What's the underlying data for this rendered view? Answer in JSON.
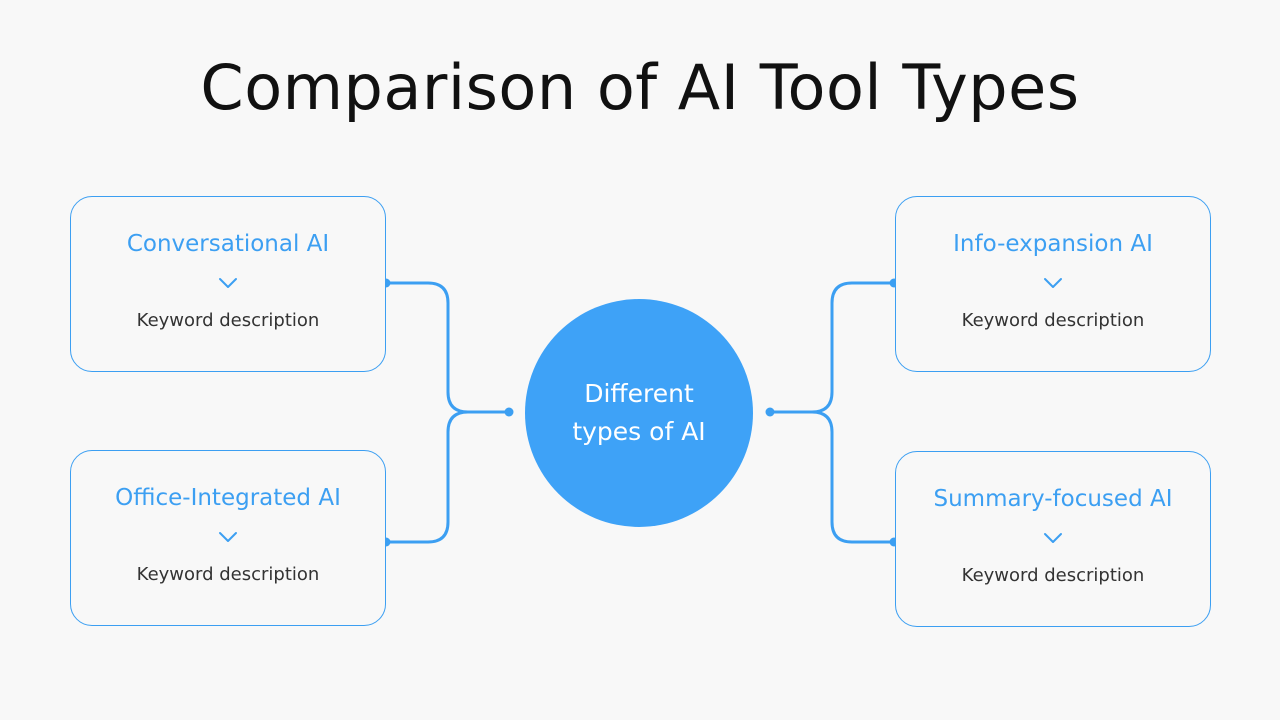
{
  "title": "Comparison of AI Tool Types",
  "hub": {
    "label": "Different types of AI"
  },
  "cards": [
    {
      "title": "Conversational AI",
      "description": "Keyword description"
    },
    {
      "title": "Office-Integrated AI",
      "description": "Keyword description"
    },
    {
      "title": "Info-expansion AI",
      "description": "Keyword description"
    },
    {
      "title": "Summary-focused AI",
      "description": "Keyword description"
    }
  ],
  "colors": {
    "accent": "#3c9ff2",
    "hub": "#3ea2f7",
    "background": "#f8f8f8",
    "title": "#111111",
    "description": "#333333"
  }
}
